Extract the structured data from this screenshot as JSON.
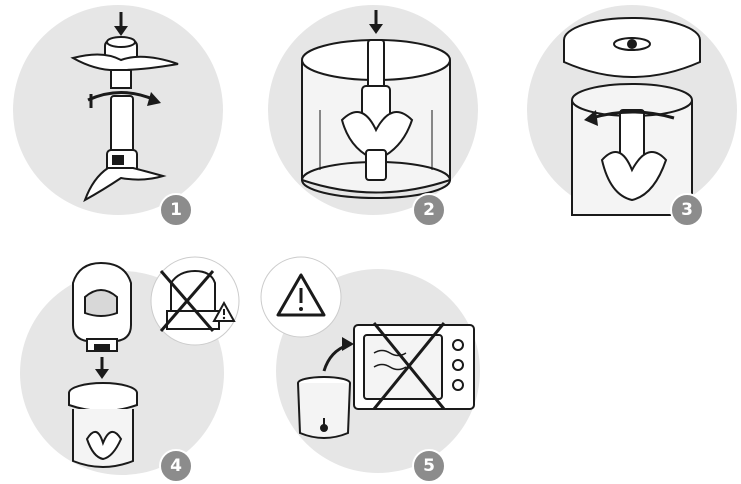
{
  "steps": [
    {
      "number": "1"
    },
    {
      "number": "2"
    },
    {
      "number": "3"
    },
    {
      "number": "4"
    },
    {
      "number": "5"
    }
  ],
  "colors": {
    "panel_bg": "#e6e6e6",
    "badge_bg": "#8c8c8c",
    "line": "#1a1a1a",
    "badge_text": "#ffffff"
  },
  "icons": [
    "down-arrow-icon",
    "rotate-arrow-icon",
    "prohibited-cross-icon",
    "warning-triangle-icon",
    "microwave-icon",
    "curved-arrow-icon"
  ]
}
